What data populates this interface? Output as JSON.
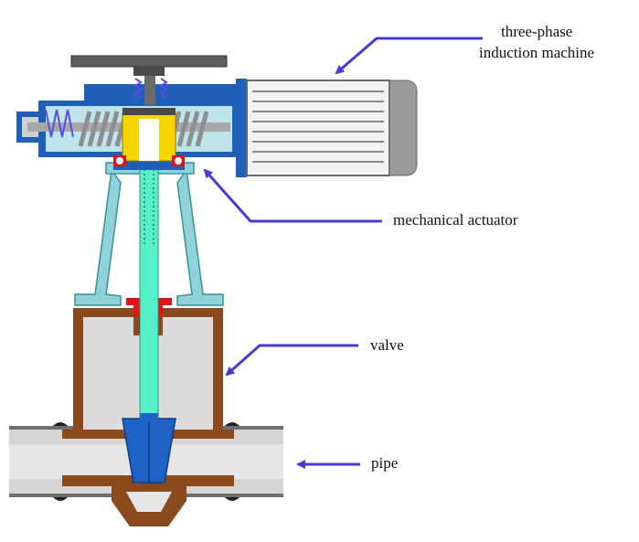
{
  "labels": {
    "motor_line1": "three-phase",
    "motor_line2": "induction machine",
    "actuator": "mechanical actuator",
    "valve": "valve",
    "pipe": "pipe"
  },
  "colors": {
    "arrow": "#4a3ad0",
    "housing_blue": "#1f5fb8",
    "housing_light": "#bfe4ec",
    "yoke": "#8fd3d8",
    "stem": "#55efc8",
    "bonnet": "#8a4a1e",
    "fill_gray": "#d9d9d9",
    "wedge": "#1e62c4",
    "motor_body": "#f2f2f2",
    "motor_cap": "#9a9a9a",
    "gland_red": "#e0121a",
    "nut_yellow": "#f5d400",
    "spring_gray": "#8e8e8e",
    "spring_blue": "#5a4ee0"
  }
}
